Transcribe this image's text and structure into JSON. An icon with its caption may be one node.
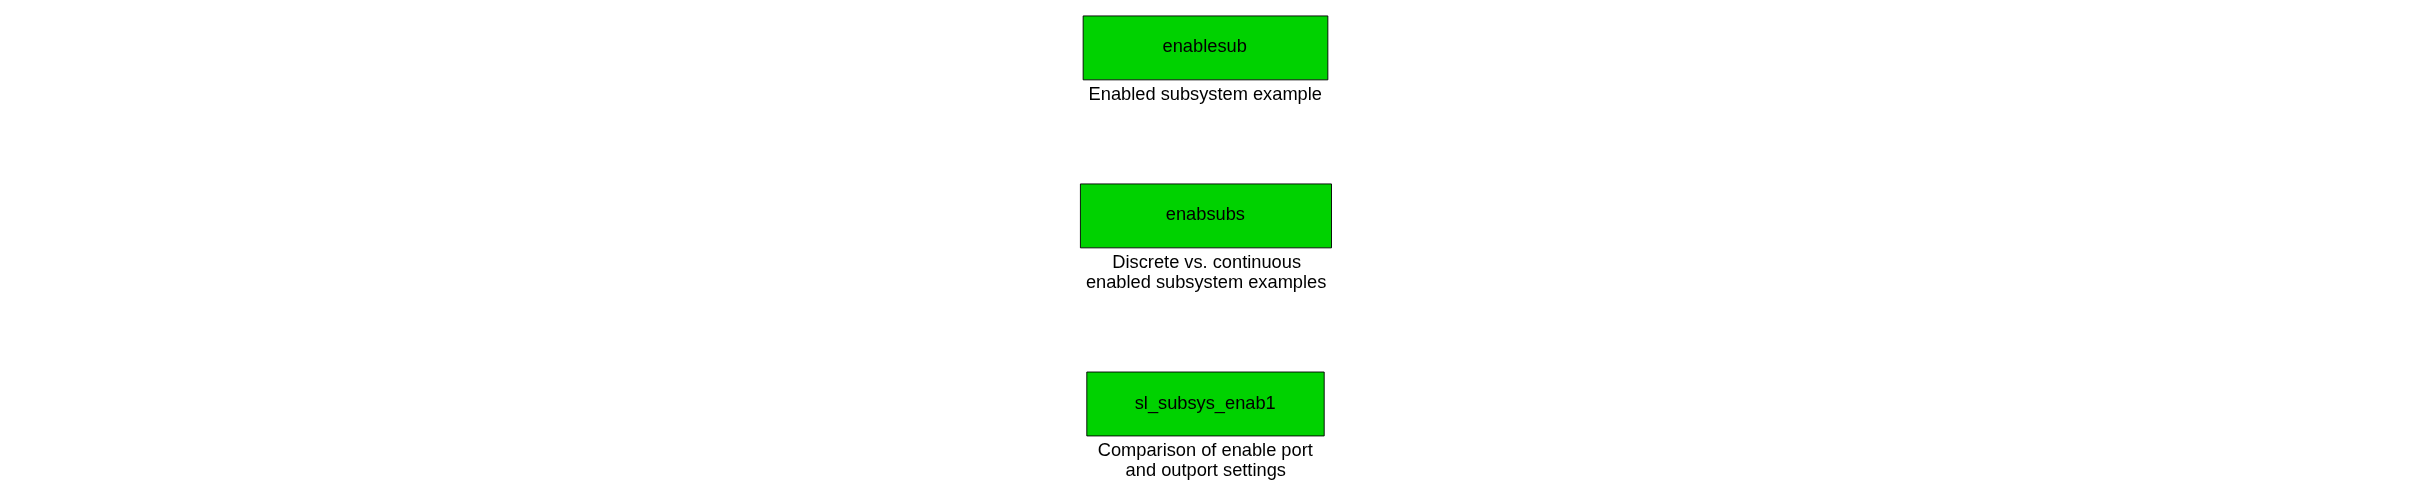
{
  "diagram": {
    "nodes": [
      {
        "text": [
          "enablesub"
        ],
        "beside": [
          "Enabled subsystem example"
        ]
      },
      {
        "text": [
          "enabsubs"
        ],
        "beside": [
          "Discrete vs. continuous enabled subsystem examples"
        ]
      },
      {
        "text": [
          "sl_subsys_enab1"
        ],
        "beside": [
          "Comparison of enable port and outport settings"
        ]
      }
    ]
  }
}
